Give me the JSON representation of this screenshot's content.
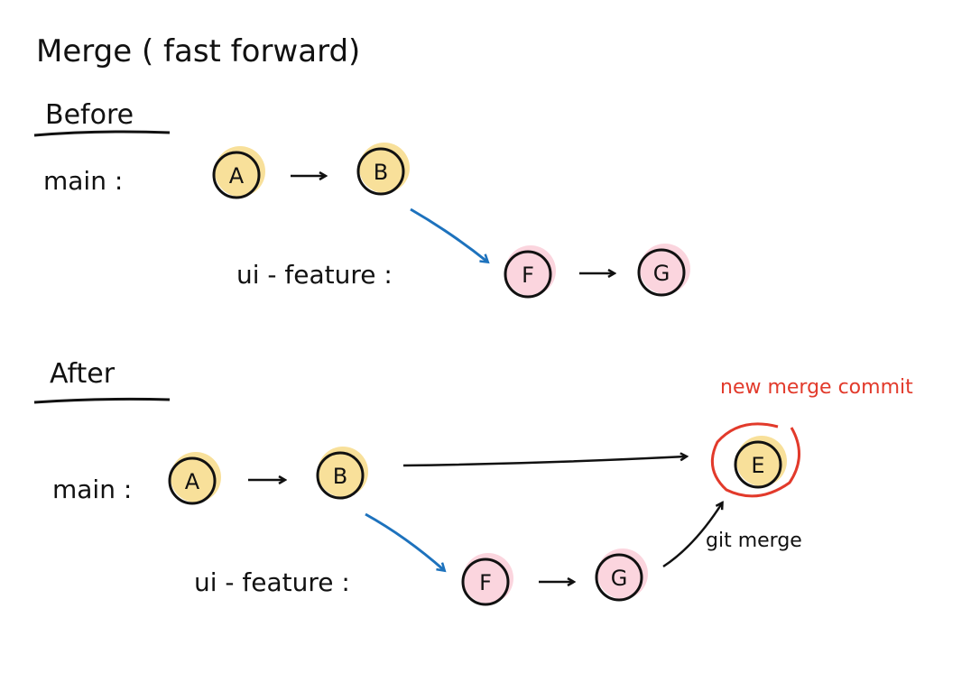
{
  "title": "Merge ( fast forward)",
  "before": {
    "heading": "Before",
    "main_label": "main :",
    "feature_label": "ui - feature :",
    "main_commits": [
      "A",
      "B"
    ],
    "feature_commits": [
      "F",
      "G"
    ]
  },
  "after": {
    "heading": "After",
    "main_label": "main :",
    "feature_label": "ui - feature :",
    "main_commits": [
      "A",
      "B"
    ],
    "merge_commit": "E",
    "feature_commits": [
      "F",
      "G"
    ],
    "annotation": "new merge commit",
    "merge_label": "git merge"
  },
  "colors": {
    "main_fill": "#f8e09a",
    "feature_fill": "#fbd5de",
    "branch_arrow": "#1d72bd",
    "highlight": "#e23a2b",
    "ink": "#111111"
  }
}
